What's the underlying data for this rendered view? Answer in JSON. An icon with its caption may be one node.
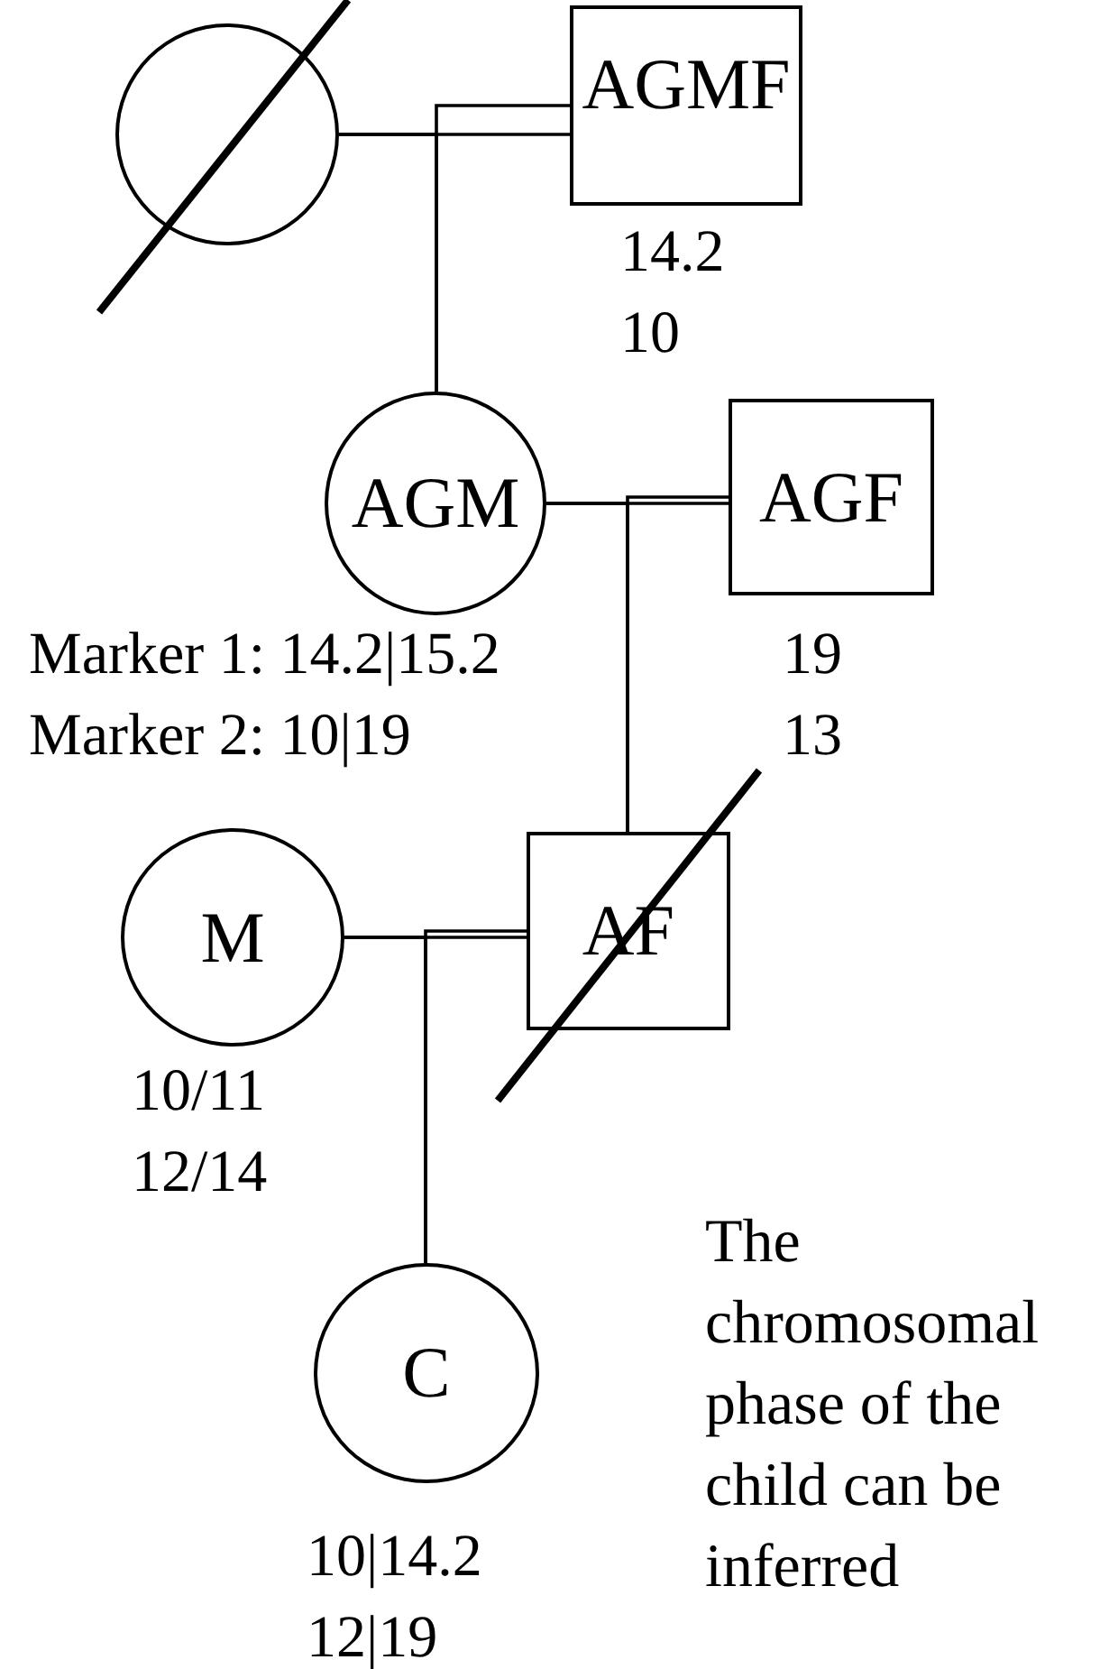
{
  "diagram": {
    "nodes": [
      {
        "text": [],
        "shape": "circle"
      },
      {
        "text": [
          "AGMF"
        ],
        "beside": [
          "14.2",
          "10"
        ]
      },
      {
        "text": [
          "AGM"
        ],
        "beside": [
          "Marker 1: 14.2|15.2",
          "Marker 2: 10|19"
        ]
      },
      {
        "text": [
          "AGF"
        ],
        "beside": [
          "19",
          "13"
        ]
      },
      {
        "text": [
          "M"
        ],
        "beside": [
          "10/11",
          "12/14"
        ]
      },
      {
        "text": [
          "AF"
        ]
      },
      {
        "text": [
          "C"
        ],
        "beside": [
          "10|14.2",
          "12|19"
        ]
      }
    ],
    "edges": [
      {
        "from": 0,
        "to": 1,
        "arrow": "none"
      },
      {
        "from": 0,
        "to": 2,
        "arrow": "none"
      },
      {
        "from": 1,
        "to": 2,
        "arrow": "none"
      },
      {
        "from": 2,
        "to": 3,
        "arrow": "none"
      },
      {
        "from": 2,
        "to": 5,
        "arrow": "none"
      },
      {
        "from": 3,
        "to": 5,
        "arrow": "none"
      },
      {
        "from": 4,
        "to": 5,
        "arrow": "none"
      },
      {
        "from": 4,
        "to": 6,
        "arrow": "none"
      },
      {
        "from": 5,
        "to": 6,
        "arrow": "none"
      }
    ],
    "labels": [
      "The chromosomal phase of the child can be inferred"
    ]
  }
}
